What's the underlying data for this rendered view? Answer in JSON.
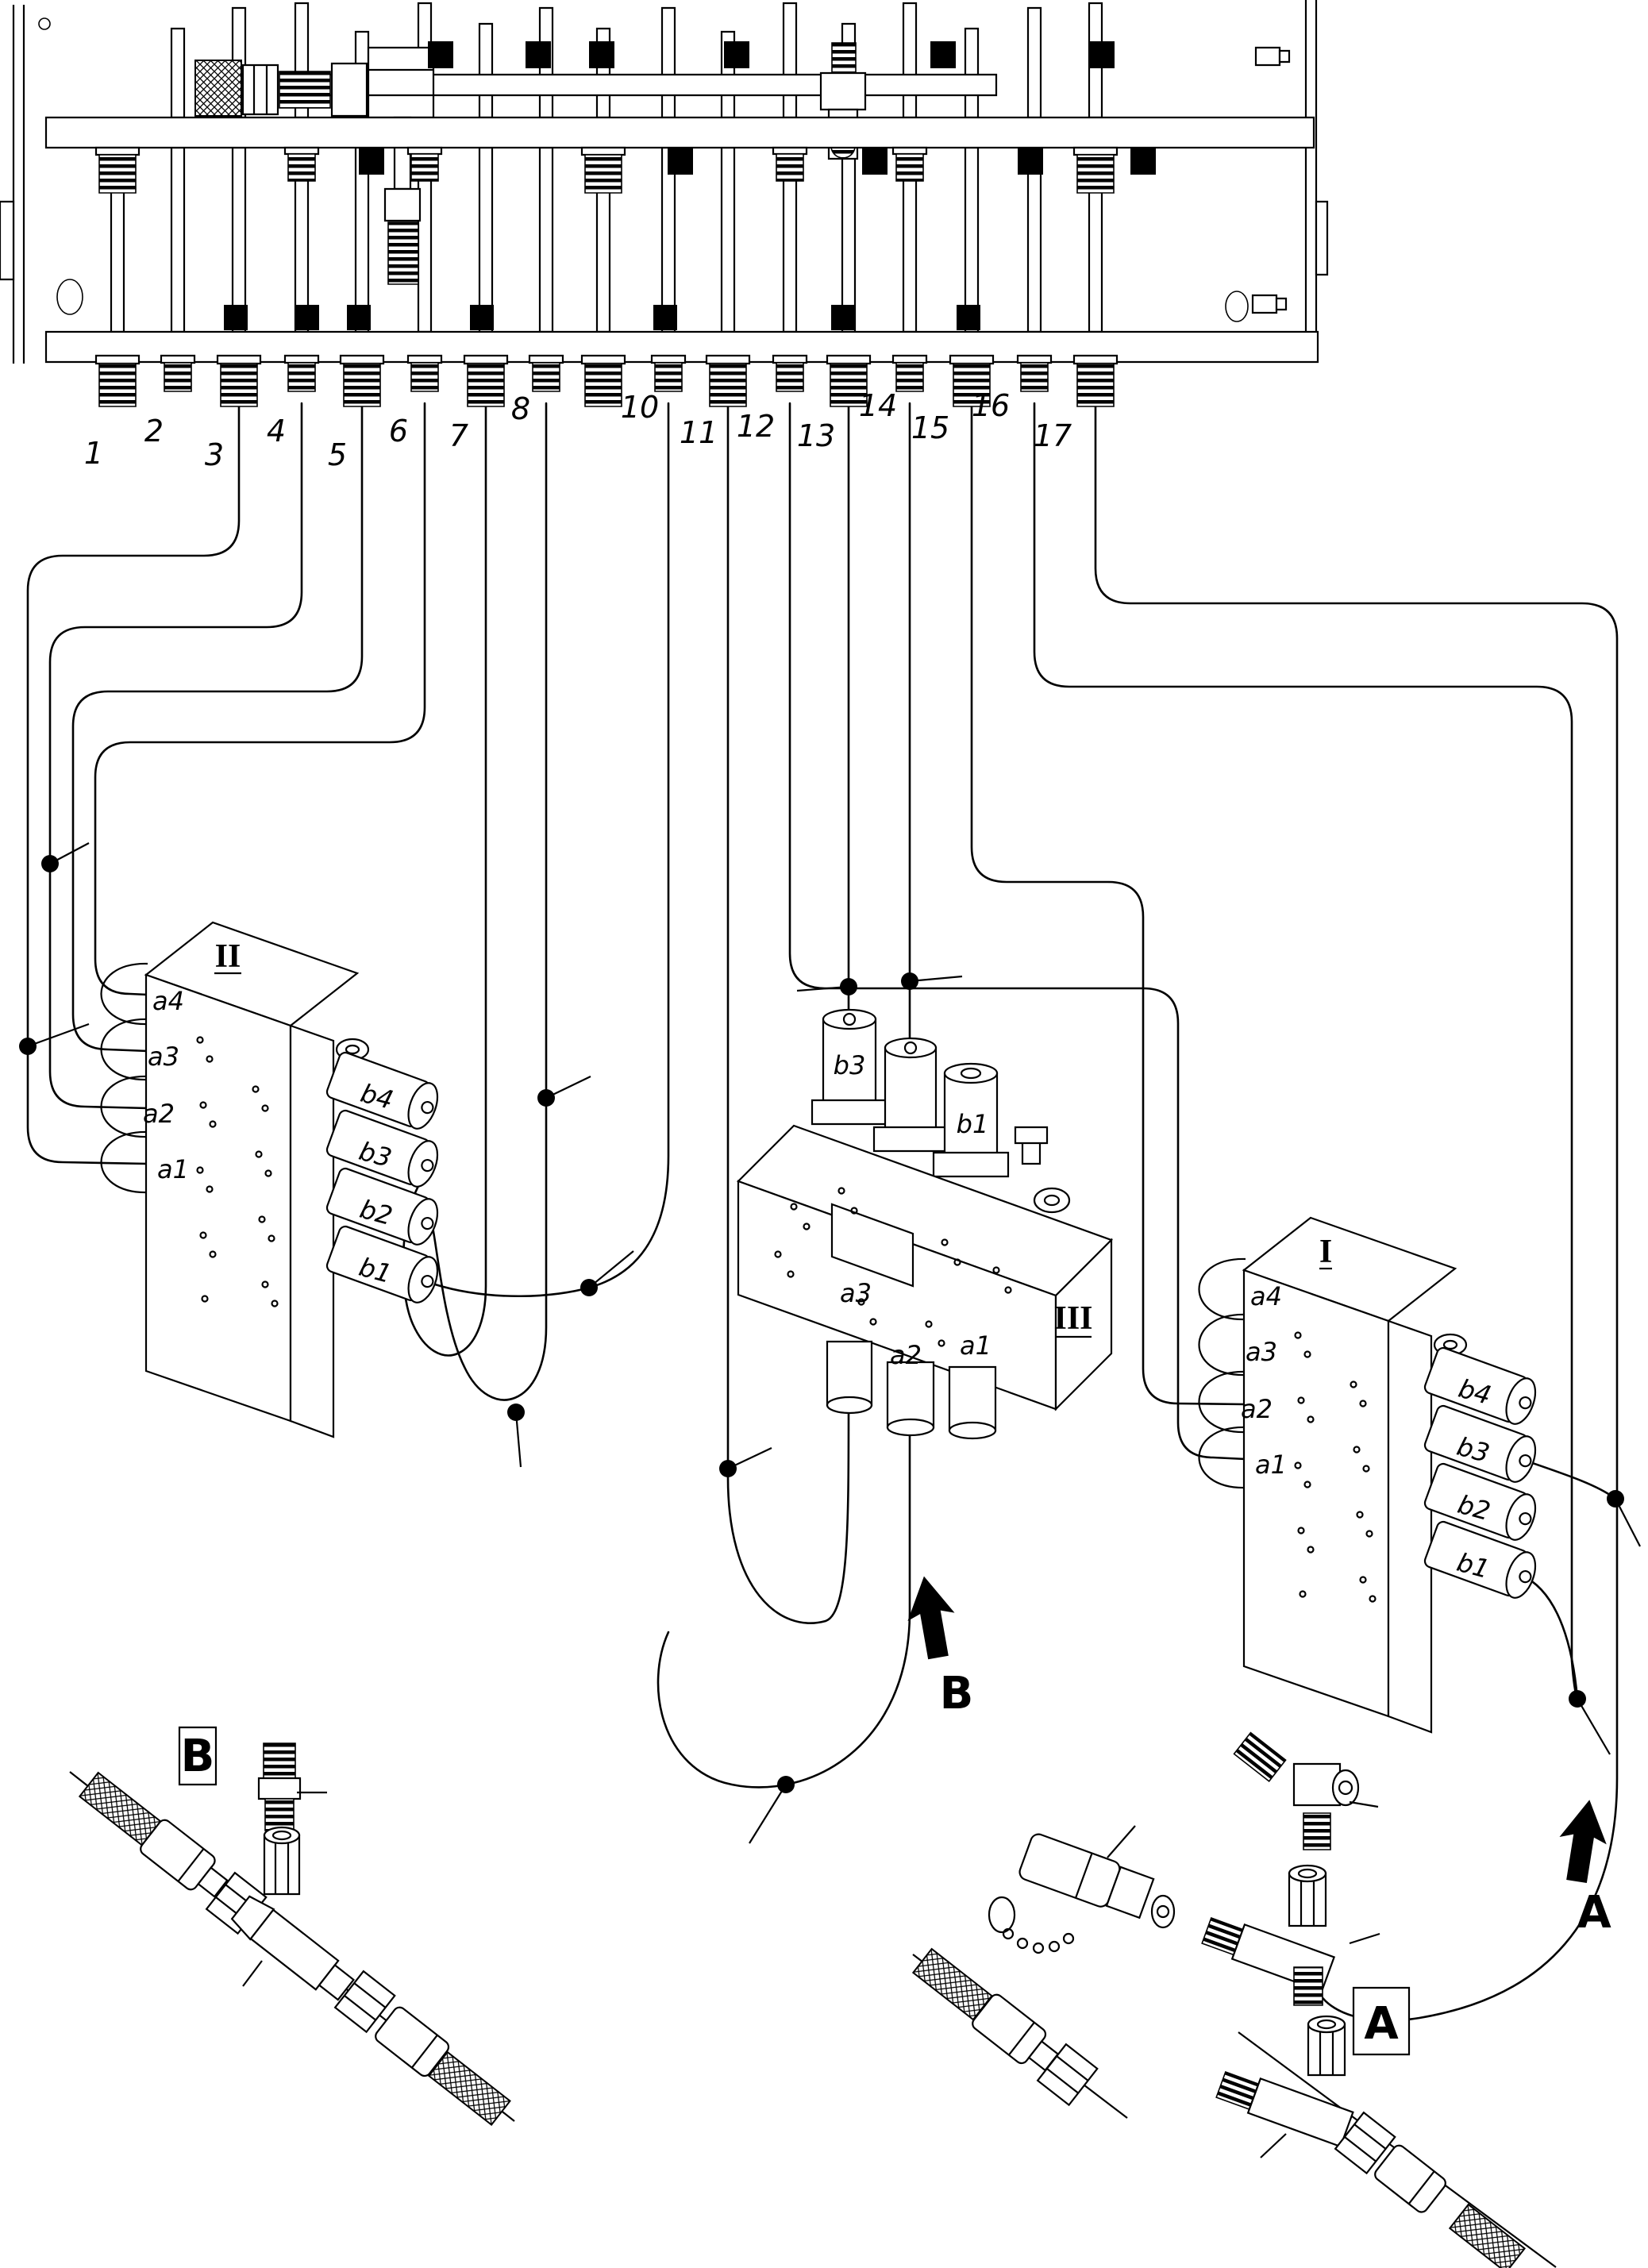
{
  "diagram": {
    "kind": "hydraulic hose routing / parts installation drawing",
    "colors": {
      "line": "#000000",
      "background": "#ffffff"
    },
    "manifold": {
      "port_labels": [
        "1",
        "2",
        "3",
        "4",
        "5",
        "6",
        "7",
        "8",
        "10",
        "11",
        "12",
        "13",
        "14",
        "15",
        "16",
        "17"
      ]
    },
    "blocks": {
      "block_i": {
        "label": "I",
        "a_ports": [
          "a4",
          "a3",
          "a2",
          "a1"
        ],
        "b_ports": [
          "b4",
          "b3",
          "b2",
          "b1"
        ]
      },
      "block_ii": {
        "label": "II",
        "a_ports": [
          "a4",
          "a3",
          "a2",
          "a1"
        ],
        "b_ports": [
          "b4",
          "b3",
          "b2",
          "b1"
        ]
      },
      "block_iii": {
        "label": "III",
        "top_ports": [
          "b3",
          "b1"
        ],
        "bottom_ports": [
          "a3",
          "a2",
          "a1"
        ]
      }
    },
    "callouts": {
      "detail_b_box": "B",
      "detail_a_box": "A",
      "arrow_b": "B",
      "arrow_a": "A"
    }
  }
}
